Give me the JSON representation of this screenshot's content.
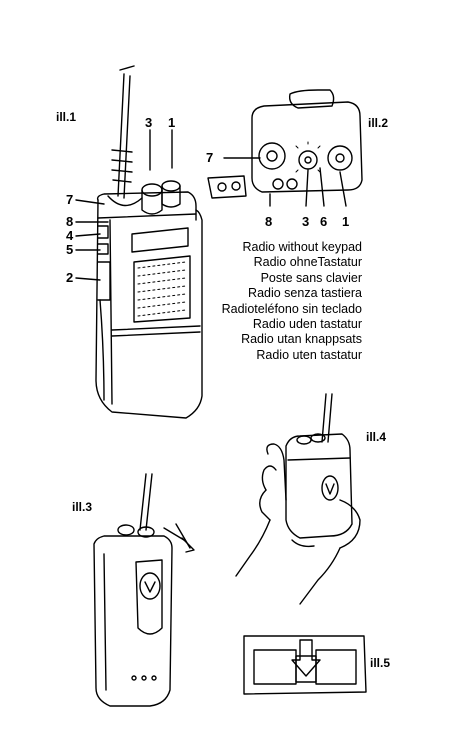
{
  "illustrations": {
    "ill1": "ill.1",
    "ill2": "ill.2",
    "ill3": "ill.3",
    "ill4": "ill.4",
    "ill5": "ill.5"
  },
  "ill1_callouts": {
    "c3": "3",
    "c1": "1",
    "c7": "7",
    "c8": "8",
    "c4": "4",
    "c5": "5",
    "c2": "2"
  },
  "ill2_callouts": {
    "c7": "7",
    "c8": "8",
    "c3": "3",
    "c6": "6",
    "c1": "1"
  },
  "caption_lines": [
    "Radio without keypad",
    "Radio ohneTastatur",
    "Poste sans clavier",
    "Radio senza tastiera",
    "Radioteléfono sin teclado",
    "Radio uden tastatur",
    "Radio utan knappsats",
    "Radio uten tastatur"
  ]
}
